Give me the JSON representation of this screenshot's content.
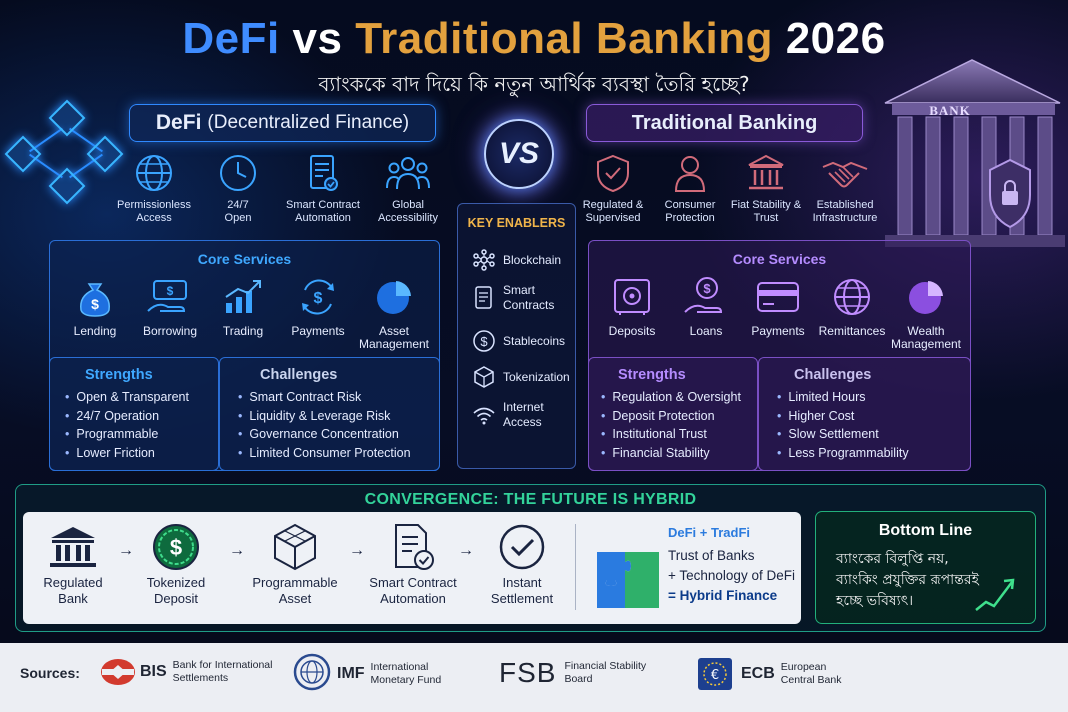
{
  "header": {
    "title_part1": "DeFi",
    "title_part2": "vs",
    "title_part3": "Traditional Banking",
    "title_part4": "2026",
    "subtitle": "ব্যাংককে বাদ দিয়ে কি নতুন আর্থিক ব্যবস্থা তৈরি হচ্ছে?"
  },
  "defi": {
    "pill_bold": "DeFi",
    "pill_rest": "(Decentralized Finance)",
    "features": [
      {
        "icon": "globe-icon",
        "label_1": "Permissionless",
        "label_2": "Access"
      },
      {
        "icon": "clock-icon",
        "label_1": "24/7",
        "label_2": "Open"
      },
      {
        "icon": "contract-icon",
        "label_1": "Smart Contract",
        "label_2": "Automation"
      },
      {
        "icon": "people-icon",
        "label_1": "Global",
        "label_2": "Accessibility"
      }
    ],
    "core_title": "Core Services",
    "services": [
      {
        "icon": "money-bag-icon",
        "label_1": "Lending",
        "label_2": ""
      },
      {
        "icon": "hand-exchange-icon",
        "label_1": "Borrowing",
        "label_2": ""
      },
      {
        "icon": "trading-chart-icon",
        "label_1": "Trading",
        "label_2": ""
      },
      {
        "icon": "dollar-cycle-icon",
        "label_1": "Payments",
        "label_2": ""
      },
      {
        "icon": "pie-chart-icon",
        "label_1": "Asset",
        "label_2": "Management"
      }
    ],
    "strengths_title": "Strengths",
    "strengths": [
      "Open & Transparent",
      "24/7 Operation",
      "Programmable",
      "Lower Friction"
    ],
    "challenges_title": "Challenges",
    "challenges": [
      "Smart Contract Risk",
      "Liquidity & Leverage Risk",
      "Governance Concentration",
      "Limited Consumer Protection"
    ]
  },
  "vs_label": "VS",
  "enablers": {
    "title": "KEY ENABLERS",
    "items": [
      {
        "icon": "blockchain-icon",
        "label_1": "Blockchain",
        "label_2": ""
      },
      {
        "icon": "smart-contract-icon",
        "label_1": "Smart",
        "label_2": "Contracts"
      },
      {
        "icon": "stablecoin-icon",
        "label_1": "Stablecoins",
        "label_2": ""
      },
      {
        "icon": "token-cube-icon",
        "label_1": "Tokenization",
        "label_2": ""
      },
      {
        "icon": "wifi-icon",
        "label_1": "Internet",
        "label_2": "Access"
      }
    ]
  },
  "trad": {
    "pill": "Traditional Banking",
    "bank_sign": "BANK",
    "features": [
      {
        "icon": "shield-check-icon",
        "label_1": "Regulated &",
        "label_2": "Supervised"
      },
      {
        "icon": "person-icon",
        "label_1": "Consumer",
        "label_2": "Protection"
      },
      {
        "icon": "bank-icon",
        "label_1": "Fiat Stability &",
        "label_2": "Trust"
      },
      {
        "icon": "handshake-icon",
        "label_1": "Established",
        "label_2": "Infrastructure"
      }
    ],
    "core_title": "Core Services",
    "services": [
      {
        "icon": "safe-icon",
        "label_1": "Deposits",
        "label_2": ""
      },
      {
        "icon": "loan-hand-icon",
        "label_1": "Loans",
        "label_2": ""
      },
      {
        "icon": "card-icon",
        "label_1": "Payments",
        "label_2": ""
      },
      {
        "icon": "globe-icon",
        "label_1": "Remittances",
        "label_2": ""
      },
      {
        "icon": "pie-chart-icon",
        "label_1": "Wealth",
        "label_2": "Management"
      }
    ],
    "strengths_title": "Strengths",
    "strengths": [
      "Regulation & Oversight",
      "Deposit Protection",
      "Institutional Trust",
      "Financial Stability"
    ],
    "challenges_title": "Challenges",
    "challenges": [
      "Limited Hours",
      "Higher Cost",
      "Slow Settlement",
      "Less Programmability"
    ]
  },
  "convergence": {
    "title": "CONVERGENCE: THE FUTURE IS HYBRID",
    "steps": [
      {
        "icon": "bank-icon",
        "label_1": "Regulated",
        "label_2": "Bank"
      },
      {
        "icon": "token-coin-icon",
        "label_1": "Tokenized",
        "label_2": "Deposit"
      },
      {
        "icon": "cube-icon",
        "label_1": "Programmable",
        "label_2": "Asset"
      },
      {
        "icon": "document-check-icon",
        "label_1": "Smart Contract",
        "label_2": "Automation"
      },
      {
        "icon": "check-circle-icon",
        "label_1": "Instant",
        "label_2": "Settlement"
      }
    ],
    "arrow": "→",
    "hybrid_title": "DeFi + TradFi",
    "hybrid_lines": [
      "Trust of Banks",
      "+ Technology of DeFi",
      "= Hybrid Finance"
    ]
  },
  "bottom_line": {
    "title": "Bottom Line",
    "line1": "ব্যাংকের বিলুপ্তি নয়,",
    "line2": "ব্যাংকিং প্রযুক্তির রূপান্তরই",
    "line3": "হচ্ছে ভবিষ্যৎ।"
  },
  "sources": {
    "label": "Sources:",
    "items": [
      {
        "abbr": "BIS",
        "full_1": "Bank for International",
        "full_2": "Settlements"
      },
      {
        "abbr": "IMF",
        "full_1": "International",
        "full_2": "Monetary Fund"
      },
      {
        "abbr": "FSB",
        "full_1": "Financial Stability",
        "full_2": "Board"
      },
      {
        "abbr": "ECB",
        "full_1": "European",
        "full_2": "Central Bank"
      }
    ]
  },
  "colors": {
    "defi_blue": "#3f8cff",
    "trad_gold": "#e3a13e",
    "trad_purple": "#8a5ad8",
    "convergence_green": "#33d39a"
  }
}
